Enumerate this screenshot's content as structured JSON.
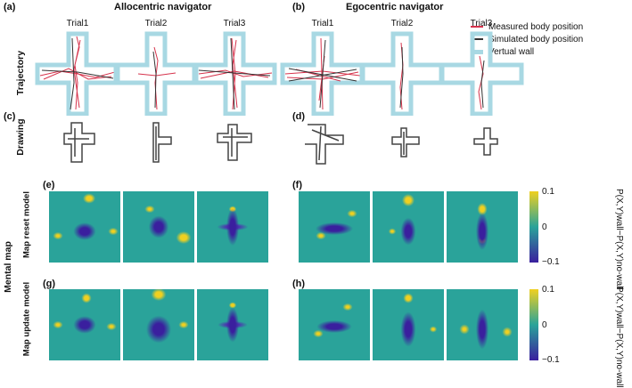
{
  "panels": {
    "a": "(a)",
    "b": "(b)",
    "c": "(c)",
    "d": "(d)",
    "e": "(e)",
    "f": "(f)",
    "g": "(g)",
    "h": "(h)"
  },
  "groups": {
    "allocentric": "Allocentric navigator",
    "egocentric": "Egocentric navigator"
  },
  "trials": [
    "Trial1",
    "Trial2",
    "Trial3"
  ],
  "row_labels": {
    "trajectory": "Trajectory",
    "drawing": "Drawing",
    "mental_map": "Mental map",
    "map_reset": "Map reset model",
    "map_update": "Map update model"
  },
  "legend": {
    "measured": "Measured body position",
    "simulated": "Simulated body position",
    "wall": "Vertual wall"
  },
  "colors": {
    "measured": "#d6334c",
    "simulated": "#333333",
    "wall": "#a8d8e3"
  },
  "colorbar": {
    "max": "0.1",
    "mid": "0",
    "min": "−0.1",
    "label": "P(X,Y)wall−P(X,Y)no-wall"
  }
}
